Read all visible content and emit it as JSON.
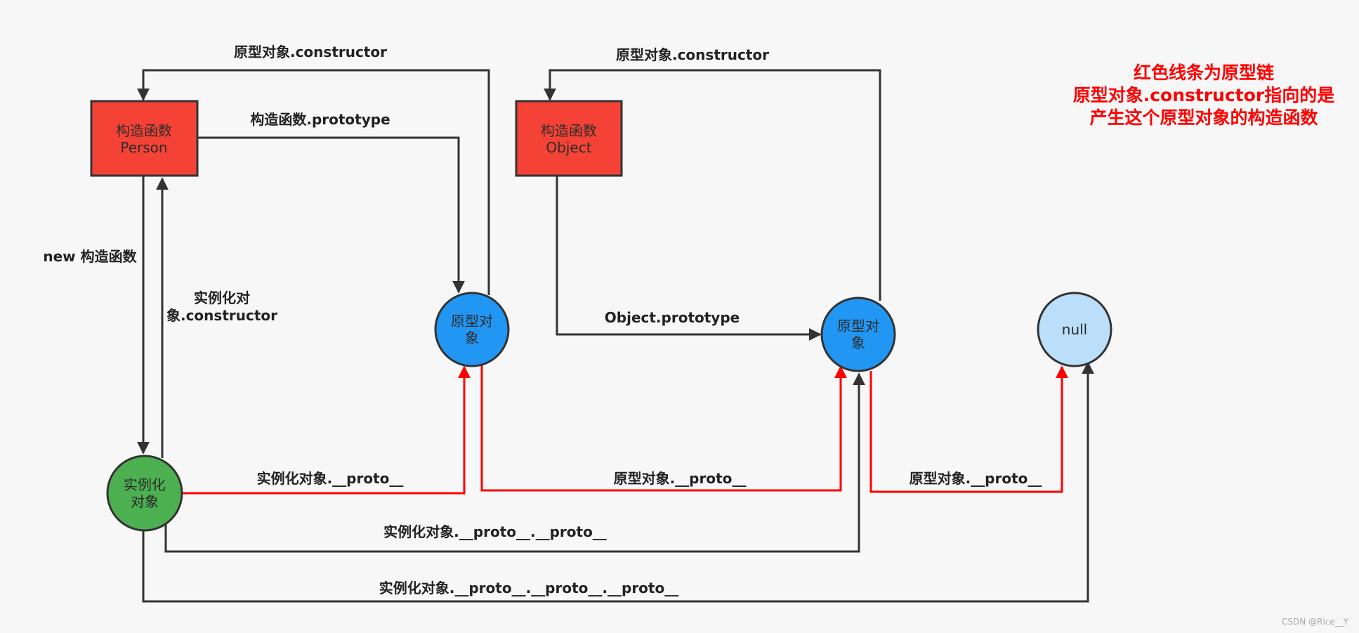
{
  "colors": {
    "background": "#f7f7f7",
    "constructor_box": "#f44336",
    "prototype_circle": "#2196f3",
    "instance_circle": "#4caf50",
    "null_circle": "#bbdefb",
    "outline": "#333333",
    "chain_line": "#ff0000",
    "normal_line": "#333333",
    "note": "#ff0000"
  },
  "nodes": {
    "person_ctor": {
      "line1": "构造函数",
      "line2": "Person"
    },
    "object_ctor": {
      "line1": "构造函数",
      "line2": "Object"
    },
    "person_proto": {
      "line1": "原型对",
      "line2": "象"
    },
    "object_proto": {
      "line1": "原型对",
      "line2": "象"
    },
    "instance": {
      "line1": "实例化",
      "line2": "对象"
    },
    "null_node": {
      "label": "null"
    }
  },
  "edges": {
    "person_proto_constructor": "原型对象.constructor",
    "object_proto_constructor": "原型对象.constructor",
    "person_prototype": "构造函数.prototype",
    "new_ctor": "new 构造函数",
    "instance_constructor_1": "实例化对",
    "instance_constructor_2": "象.constructor",
    "object_prototype": "Object.prototype",
    "instance_proto": "实例化对象.__proto__",
    "person_proto_proto": "原型对象.__proto__",
    "object_proto_proto": "原型对象.__proto__",
    "instance_proto_proto": "实例化对象.__proto__.__proto__",
    "instance_proto_proto_proto": "实例化对象.__proto__.__proto__.__proto__"
  },
  "note": {
    "line1": "红色线条为原型链",
    "line2": "原型对象.constructor指向的是",
    "line3": "产生这个原型对象的构造函数"
  },
  "watermark": "CSDN @Rice__Y"
}
